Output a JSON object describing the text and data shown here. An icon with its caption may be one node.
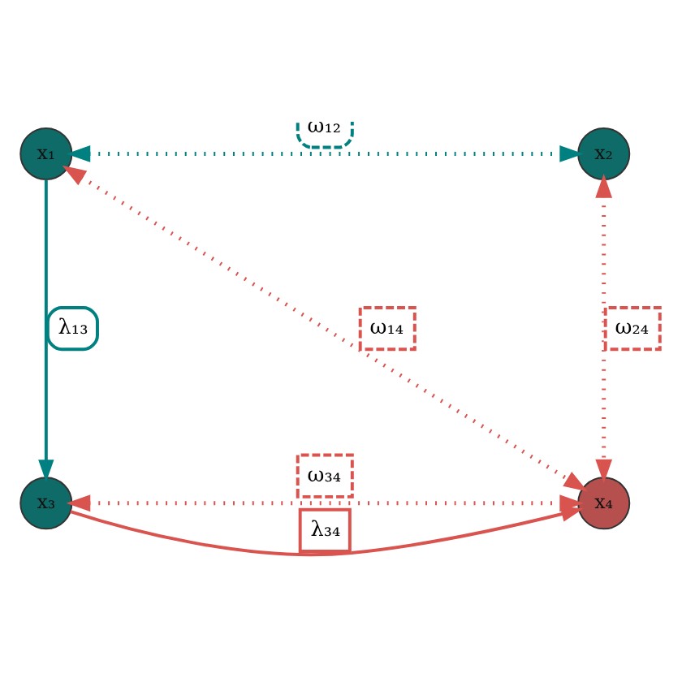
{
  "diagram": {
    "nodes": [
      {
        "text": [
          "x₁"
        ]
      },
      {
        "text": [
          "x₂"
        ]
      },
      {
        "text": [
          "x₃"
        ]
      },
      {
        "text": [
          "x₄"
        ]
      }
    ],
    "edges": [
      {
        "from": 0,
        "to": 1,
        "arrow": "both",
        "label": "ω₁₂",
        "style": "dashed",
        "color": "#008080"
      },
      {
        "from": 0,
        "to": 2,
        "arrow": "to",
        "label": "λ₁₃",
        "color": "#008080"
      },
      {
        "from": 2,
        "to": 3,
        "arrow": "to",
        "label": "λ₃₄"
      },
      {
        "from": 0,
        "to": 3,
        "arrow": "both",
        "label": "ω₁₄",
        "style": "dashed"
      },
      {
        "from": 1,
        "to": 3,
        "arrow": "both",
        "label": "ω₂₄",
        "style": "dashed"
      },
      {
        "from": 2,
        "to": 3,
        "arrow": "both",
        "label": "ω₃₄",
        "style": "dashed"
      }
    ]
  }
}
